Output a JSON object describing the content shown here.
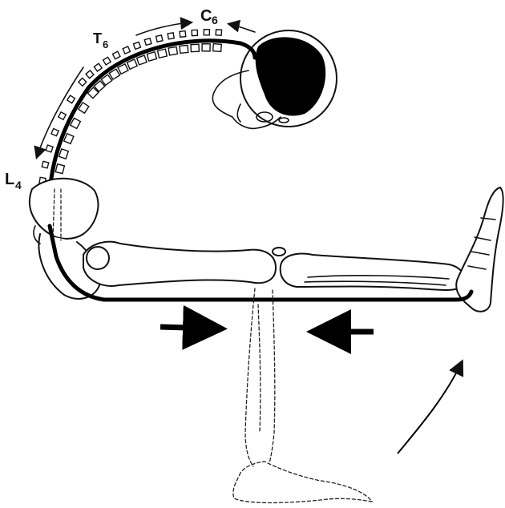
{
  "labels": {
    "c6": {
      "main": "C",
      "sub": "6"
    },
    "t6": {
      "main": "T",
      "sub": "6"
    },
    "l4": {
      "main": "L",
      "sub": "4"
    }
  },
  "colors": {
    "ink": "#111111",
    "background": "#ffffff"
  }
}
